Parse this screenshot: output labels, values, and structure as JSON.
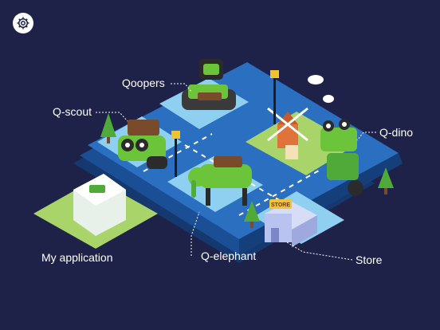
{
  "settings": {
    "icon": "gear-icon"
  },
  "nav": {
    "qoopers": "Qoopers",
    "q_scout": "Q-scout",
    "q_dino": "Q-dino",
    "q_elephant": "Q-elephant",
    "my_application": "My application",
    "store": "Store"
  },
  "signs": {
    "store_sign": "STORE"
  },
  "colors": {
    "background": "#1e2248",
    "platform_top": "#2a6fc0",
    "platform_side": "#1a4f96",
    "tile": "#8fd0f0",
    "grass": "#a9d46a",
    "robot_green": "#6cc43a",
    "robot_dark": "#2b2b2b",
    "store_building": "#b9c3f0"
  }
}
